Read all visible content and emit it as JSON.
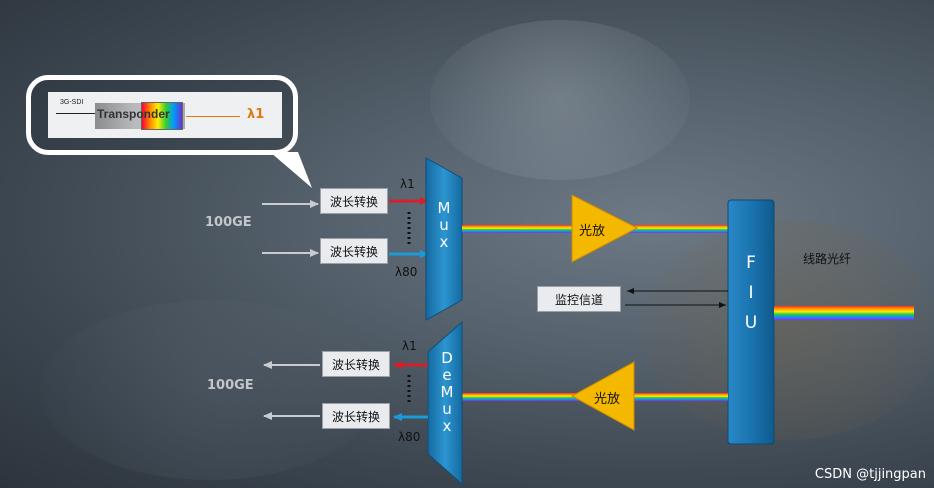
{
  "callout": {
    "signal": "3G-SDI",
    "transponder": "Transponder",
    "lambda": "λ1"
  },
  "tx": {
    "converter1": "波长转换",
    "converter2": "波长转换",
    "lambda_top": "λ1",
    "lambda_bottom": "λ80",
    "input_label": "100GE",
    "mux_letters": [
      "M",
      "u",
      "x"
    ]
  },
  "rx": {
    "converter1": "波长转换",
    "converter2": "波长转换",
    "lambda_top": "λ1",
    "lambda_bottom": "λ80",
    "output_label": "100GE",
    "demux_letters": [
      "D",
      "e",
      "M",
      "u",
      "x"
    ]
  },
  "amplifier_tx": "光放",
  "amplifier_rx": "光放",
  "supervisory": "监控信道",
  "fiu_letters": [
    "F",
    "I",
    "U"
  ],
  "line_fiber": "线路光纤",
  "watermark": "CSDN @tjjingpan",
  "colors": {
    "mux_blue": "#1f7fb8",
    "amp_yellow": "#f5b800",
    "lambda1_arrow": "#d4202a",
    "lambda80_arrow": "#1a9ad6"
  }
}
